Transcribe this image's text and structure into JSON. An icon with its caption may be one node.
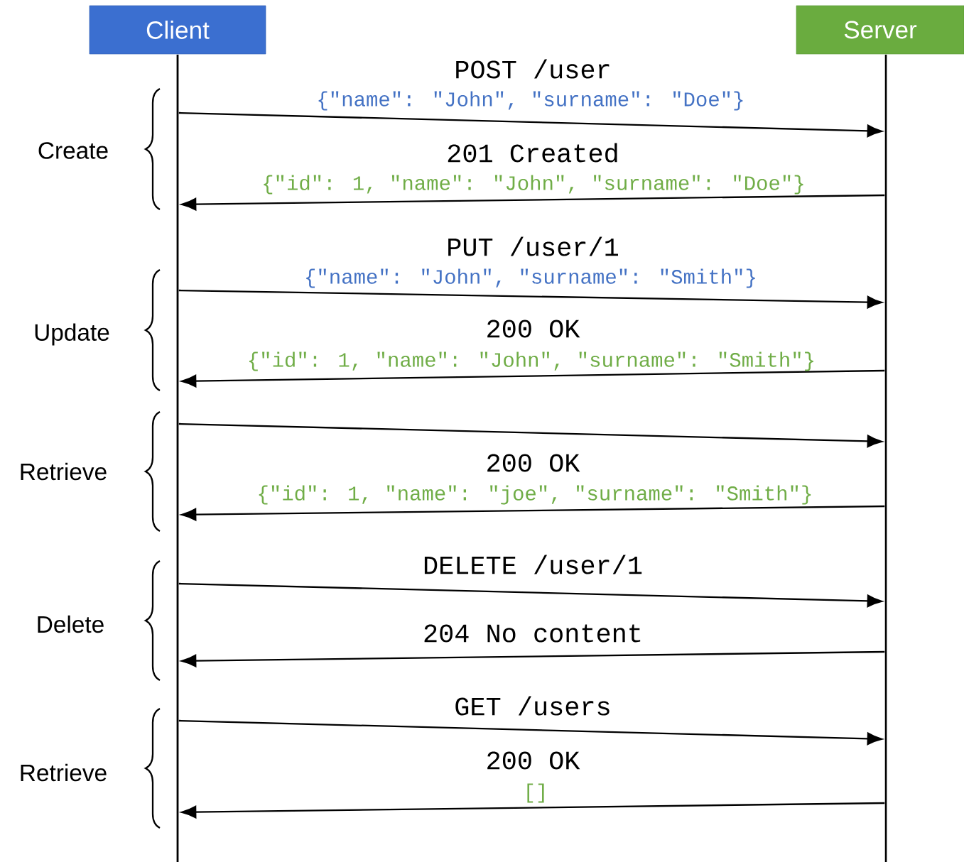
{
  "diagram": {
    "nodes": [
      {
        "text": [
          "Client"
        ]
      },
      {
        "text": [
          "Server"
        ]
      },
      {
        "text": [],
        "shape": "bar"
      },
      {
        "text": [],
        "shape": "bar"
      }
    ],
    "edges": [
      {
        "from": 2,
        "to": 3,
        "arrow": "to",
        "label": "POST /user"
      },
      {
        "from": 3,
        "to": 2,
        "arrow": "to",
        "label": "201 Created"
      },
      {
        "from": 2,
        "to": 3,
        "arrow": "to",
        "label": "PUT /user/1"
      },
      {
        "from": 3,
        "to": 2,
        "arrow": "to",
        "label": "200 OK"
      },
      {
        "from": 2,
        "to": 3,
        "arrow": "to"
      },
      {
        "from": 3,
        "to": 2,
        "arrow": "to",
        "label": "200 OK"
      },
      {
        "from": 2,
        "to": 3,
        "arrow": "to",
        "label": "DELETE /user/1"
      },
      {
        "from": 3,
        "to": 2,
        "arrow": "to",
        "label": "204 No content"
      },
      {
        "from": 2,
        "to": 3,
        "arrow": "to",
        "label": "GET /users"
      },
      {
        "from": 3,
        "to": 2,
        "arrow": "to",
        "label": "200 OK"
      }
    ],
    "labels": [
      "{\"name\": \"John\", \"surname\": \"Doe\"}",
      "Create",
      "{\"id\": 1, \"name\": \"John\", \"surname\": \"Doe\"}",
      "{\"name\": \"John\", \"surname\": \"Smith\"}",
      "Update",
      "{\"id\": 1, \"name\": \"John\", \"surname\": \"Smith\"}",
      "Retrieve",
      "{\"id\": 1, \"name\": \"joe\", \"surname\": \"Smith\"}",
      "Delete",
      "Retrieve",
      "[]"
    ]
  }
}
